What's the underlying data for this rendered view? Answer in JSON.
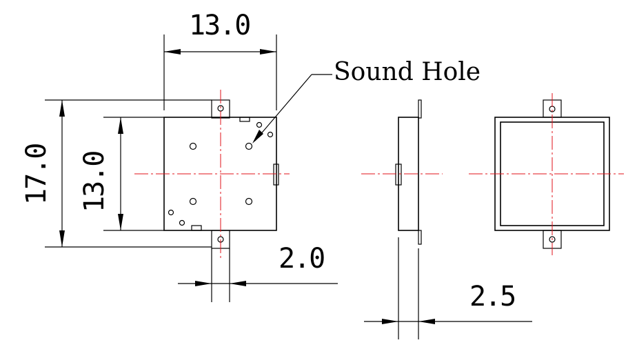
{
  "dimensions": {
    "top_width": "13.0",
    "outer_height": "17.0",
    "inner_height": "13.0",
    "tab_width": "2.0",
    "thickness": "2.5"
  },
  "labels": {
    "sound_hole": "Sound Hole"
  },
  "colors": {
    "lines": "#000000",
    "centerlines": "#e0101a"
  }
}
